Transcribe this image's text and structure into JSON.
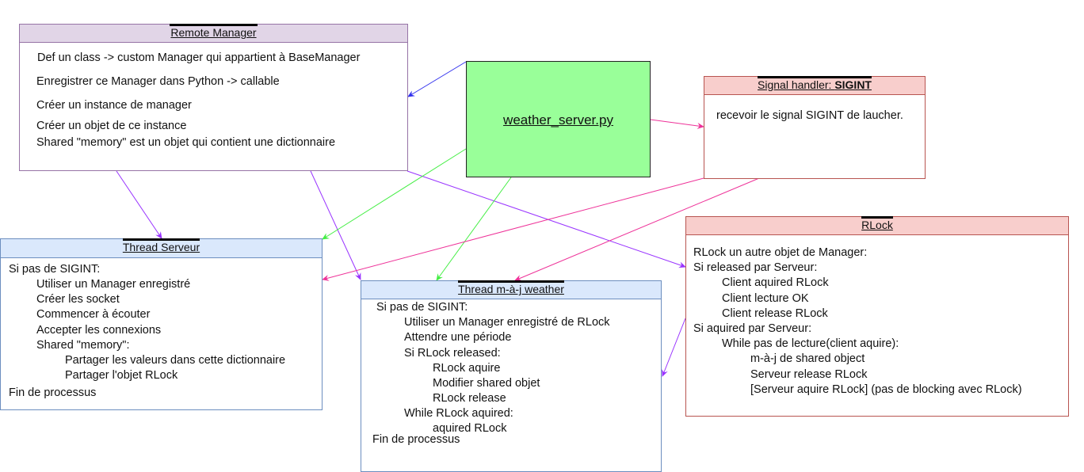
{
  "remote_manager": {
    "title": "Remote Manager",
    "lines": [
      "Def un class -> custom Manager qui appartient à BaseManager",
      "Enregistrer ce Manager dans Python -> callable",
      "Créer un instance de manager",
      "Créer un objet de ce instance",
      "Shared \"memory\" est un objet qui contient une dictionnaire"
    ]
  },
  "weather_server": {
    "label": "weather_server.py"
  },
  "signal_handler": {
    "title_prefix": "Signal handler: ",
    "title_bold": "SIGINT",
    "body": "recevoir le signal SIGINT de laucher."
  },
  "thread_serveur": {
    "title": "Thread Serveur",
    "lines": [
      "Si pas de SIGINT:",
      "Utiliser un Manager enregistré",
      "Créer les socket",
      "Commencer à écouter",
      "Accepter les connexions",
      "Shared \"memory\":",
      "Partager les valeurs dans cette dictionnaire",
      "Partager l'objet RLock",
      "Fin de processus"
    ]
  },
  "thread_weather": {
    "title": "Thread m-à-j weather",
    "lines": [
      "Si pas de SIGINT:",
      "Utiliser un Manager enregistré de RLock",
      "Attendre une période",
      "Si RLock released:",
      "RLock aquire",
      "Modifier shared objet",
      "RLock release",
      "While RLock aquired:",
      "aquired RLock",
      "Fin de processus"
    ]
  },
  "rlock": {
    "title": "RLock",
    "lines": [
      "RLock un autre objet de Manager:",
      "Si released par Serveur:",
      "Client aquired RLock",
      "Client lecture OK",
      "Client release RLock",
      "Si aquired par Serveur:",
      "While pas de lecture(client aquire):",
      "m-à-j de shared object",
      "Serveur release RLock",
      "[Serveur aquire RLock] (pas de blocking avec RLock)"
    ]
  },
  "colors": {
    "purple_arrow": "#9933ff",
    "blue_arrow": "#3333ee",
    "green_arrow": "#44ee44",
    "pink_arrow": "#ee3399"
  }
}
